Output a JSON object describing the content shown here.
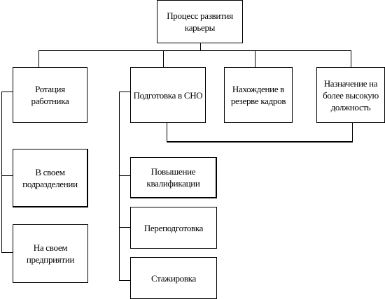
{
  "diagram": {
    "root": "Процесс развития карьеры",
    "level1": [
      "Ротация работника",
      "Подготовка в СНО",
      "Нахождение в резерве кадров",
      "Назначение на более высокую должность"
    ],
    "rotation_children": [
      "В своем подразделении",
      "На своем предприятии"
    ],
    "training_children": [
      "Повышение квалификации",
      "Переподготовка",
      "Стажировка"
    ]
  }
}
